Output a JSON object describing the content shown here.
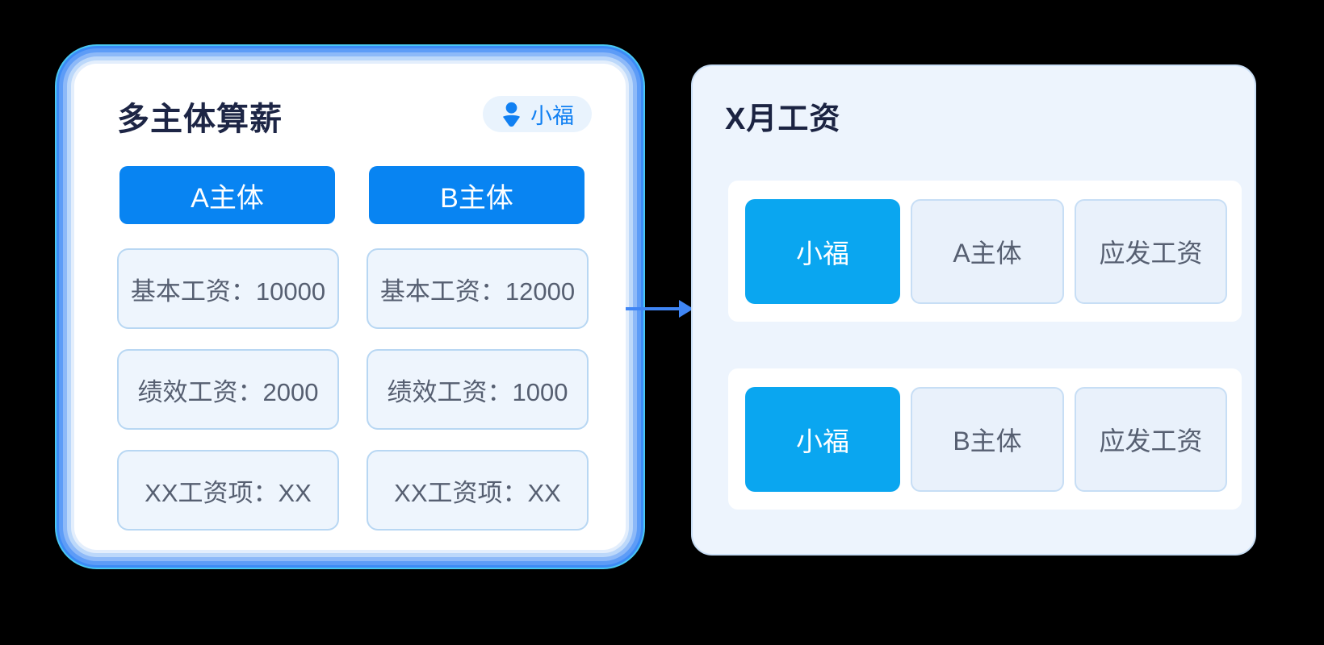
{
  "left_panel": {
    "title": "多主体算薪",
    "badge": {
      "icon": "user-icon",
      "label": "小福"
    },
    "columns": [
      {
        "header": "A主体",
        "items": [
          "基本工资：10000",
          "绩效工资：2000",
          "XX工资项：XX"
        ]
      },
      {
        "header": "B主体",
        "items": [
          "基本工资：12000",
          "绩效工资：1000",
          "XX工资项：XX"
        ]
      }
    ]
  },
  "arrow": {
    "direction": "right"
  },
  "right_panel": {
    "title": "X月工资",
    "rows": [
      {
        "person": "小福",
        "entity": "A主体",
        "field": "应发工资"
      },
      {
        "person": "小福",
        "entity": "B主体",
        "field": "应发工资"
      }
    ]
  },
  "colors": {
    "primary_blue": "#0884f2",
    "cyan_blue": "#0aa6f0",
    "arrow_blue": "#4086f5",
    "glow_blue": "#3d8bf6",
    "glow_cyan": "#49c8f4",
    "title_navy": "#1d2545",
    "box_text_slate": "#565f71",
    "badge_blue": "#1180f2",
    "panel_bg": "#edf4fd",
    "box_fill": "#eef5fd",
    "box_border": "#b8d7f3"
  }
}
